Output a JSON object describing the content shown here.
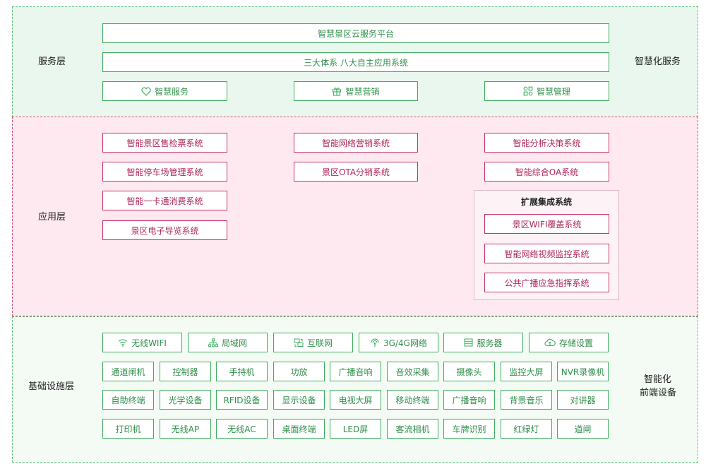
{
  "layers": {
    "service": {
      "label": "服务层",
      "right_label": "智慧化服务",
      "platform": "智慧景区云服务平台",
      "systems": "三大体系  八大自主应用系统",
      "pillars": [
        {
          "label": "智慧服务",
          "icon": "heart-icon"
        },
        {
          "label": "智慧营销",
          "icon": "gift-icon"
        },
        {
          "label": "智慧管理",
          "icon": "grid-icon"
        }
      ]
    },
    "application": {
      "label": "应用层",
      "col1": [
        "智能景区售检票系统",
        "智能停车场管理系统",
        "智能一卡通消费系统",
        "景区电子导览系统"
      ],
      "col2": [
        "智能网络营销系统",
        "景区OTA分销系统"
      ],
      "col3": [
        "智能分析决策系统",
        "智能综合OA系统"
      ],
      "extension": {
        "title": "扩展集成系统",
        "items": [
          "景区WIFI覆盖系统",
          "智能网络视频监控系统",
          "公共广播应急指挥系统"
        ]
      }
    },
    "infrastructure": {
      "label": "基础设施层",
      "right_label_line1": "智能化",
      "right_label_line2": "前端设备",
      "network": [
        {
          "label": "无线WIFI",
          "icon": "wifi-icon"
        },
        {
          "label": "局域网",
          "icon": "lan-icon"
        },
        {
          "label": "互联网",
          "icon": "internet-icon"
        },
        {
          "label": "3G/4G网络",
          "icon": "signal-icon"
        },
        {
          "label": "服务器",
          "icon": "server-icon"
        },
        {
          "label": "存储设置",
          "icon": "cloud-icon"
        }
      ],
      "devices": [
        [
          "通道闸机",
          "控制器",
          "手持机",
          "功放",
          "广播音响",
          "音效采集",
          "摄像头",
          "监控大屏",
          "NVR录像机"
        ],
        [
          "自助终端",
          "光学设备",
          "RFID设备",
          "显示设备",
          "电视大屏",
          "移动终端",
          "广播音响",
          "背景音乐",
          "对讲器"
        ],
        [
          "打印机",
          "无线AP",
          "无线AC",
          "桌面终端",
          "LED屏",
          "客流相机",
          "车牌识别",
          "红绿灯",
          "道闸"
        ]
      ]
    }
  },
  "colors": {
    "green_border": "#3fae5f",
    "red_border": "#c8326a",
    "service_bg": "#e9f7ee",
    "app_bg": "#fde9ef",
    "infra_bg": "#f3fbf4"
  }
}
